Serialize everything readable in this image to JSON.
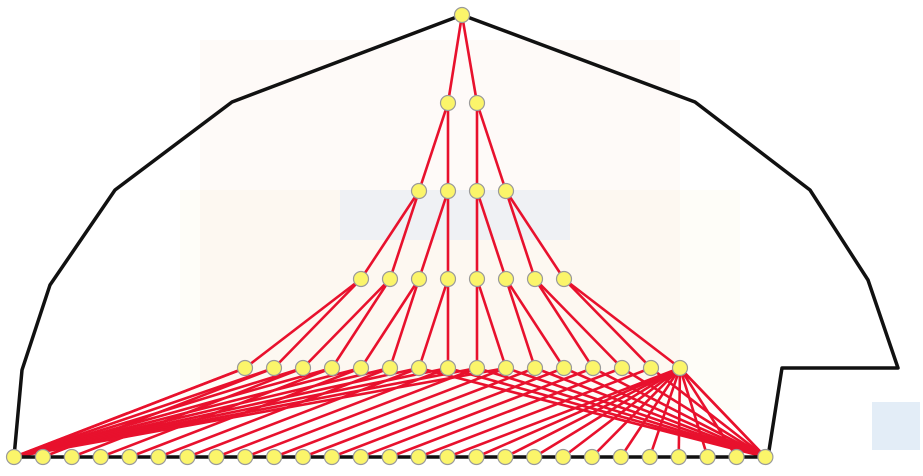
{
  "diagram": {
    "type": "layered-tree",
    "colors": {
      "edge": "#e8112d",
      "boundary": "#111111",
      "node_fill": "#fbf56a",
      "node_stroke": "#9a9a9a"
    },
    "levels": [
      {
        "level": 0,
        "node_count": 1
      },
      {
        "level": 1,
        "node_count": 2
      },
      {
        "level": 2,
        "node_count": 4
      },
      {
        "level": 3,
        "node_count": 8
      },
      {
        "level": 4,
        "node_count": 16
      },
      {
        "level": 5,
        "node_count": 27
      }
    ]
  }
}
